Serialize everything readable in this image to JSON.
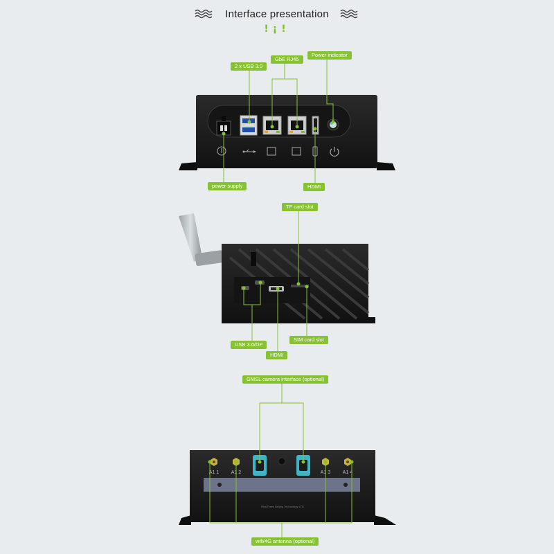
{
  "title": "Interface presentation",
  "subtitle_marks": "!¡!",
  "colors": {
    "accent": "#86c232",
    "device": "#1b1b1b",
    "background": "#e8ecee"
  },
  "front_panel": {
    "labels": {
      "usb": "2 x USB 3.0",
      "rj45": "GbE RJ45",
      "power_indicator": "Power indicator",
      "power_supply": "power supply",
      "hdmi": "HDMI"
    }
  },
  "side_panel": {
    "labels": {
      "tf_card": "TF card slot",
      "usb_dp": "USB 3.0/DP",
      "hdmi": "HDMI",
      "sim_card": "SIM card slot"
    }
  },
  "rear_panel": {
    "labels": {
      "gmsl": "GMSL camera interface (optional)",
      "antenna": "wifi/4G antenna (optional)",
      "vendor": "RealTimes Beijing Technology  LTD"
    },
    "antenna_marks": [
      "A1 1",
      "A1 2",
      "A1 3",
      "A1 4"
    ]
  }
}
